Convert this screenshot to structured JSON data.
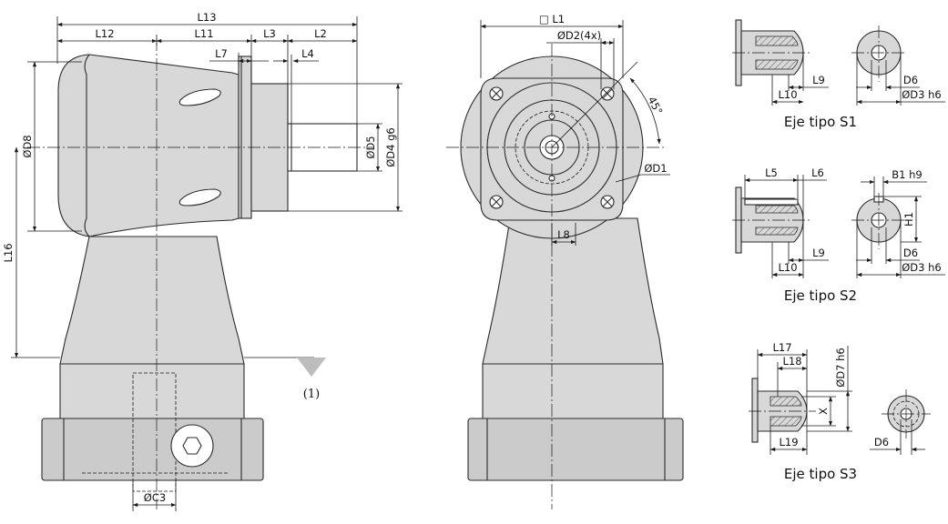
{
  "side_view": {
    "labels": {
      "L13": "L13",
      "L12": "L12",
      "L11": "L11",
      "L3": "L3",
      "L2": "L2",
      "L7": "L7",
      "L4": "L4",
      "D8": "ØD8",
      "D5": "ØD5",
      "D4": "ØD4 g6",
      "L16": "L16",
      "C3": "ØC3",
      "note": "(1)"
    }
  },
  "front_view": {
    "labels": {
      "L1": "□ L1",
      "D2": "ØD2(4x)",
      "angle": "45°",
      "D1": "ØD1",
      "L8": "L8"
    }
  },
  "shaft_s1": {
    "caption": "Eje tipo S1",
    "labels": {
      "L9": "L9",
      "L10": "L10",
      "D6": "D6",
      "D3": "ØD3 h6"
    }
  },
  "shaft_s2": {
    "caption": "Eje tipo S2",
    "labels": {
      "L5": "L5",
      "L6": "L6",
      "L9": "L9",
      "L10": "L10",
      "B1": "B1 h9",
      "H1": "H1",
      "D6": "D6",
      "D3": "ØD3 h6"
    }
  },
  "shaft_s3": {
    "caption": "Eje tipo S3",
    "labels": {
      "L17": "L17",
      "L18": "L18",
      "L19": "L19",
      "D7": "ØD7 h6",
      "X": "X",
      "D6": "D6"
    }
  }
}
